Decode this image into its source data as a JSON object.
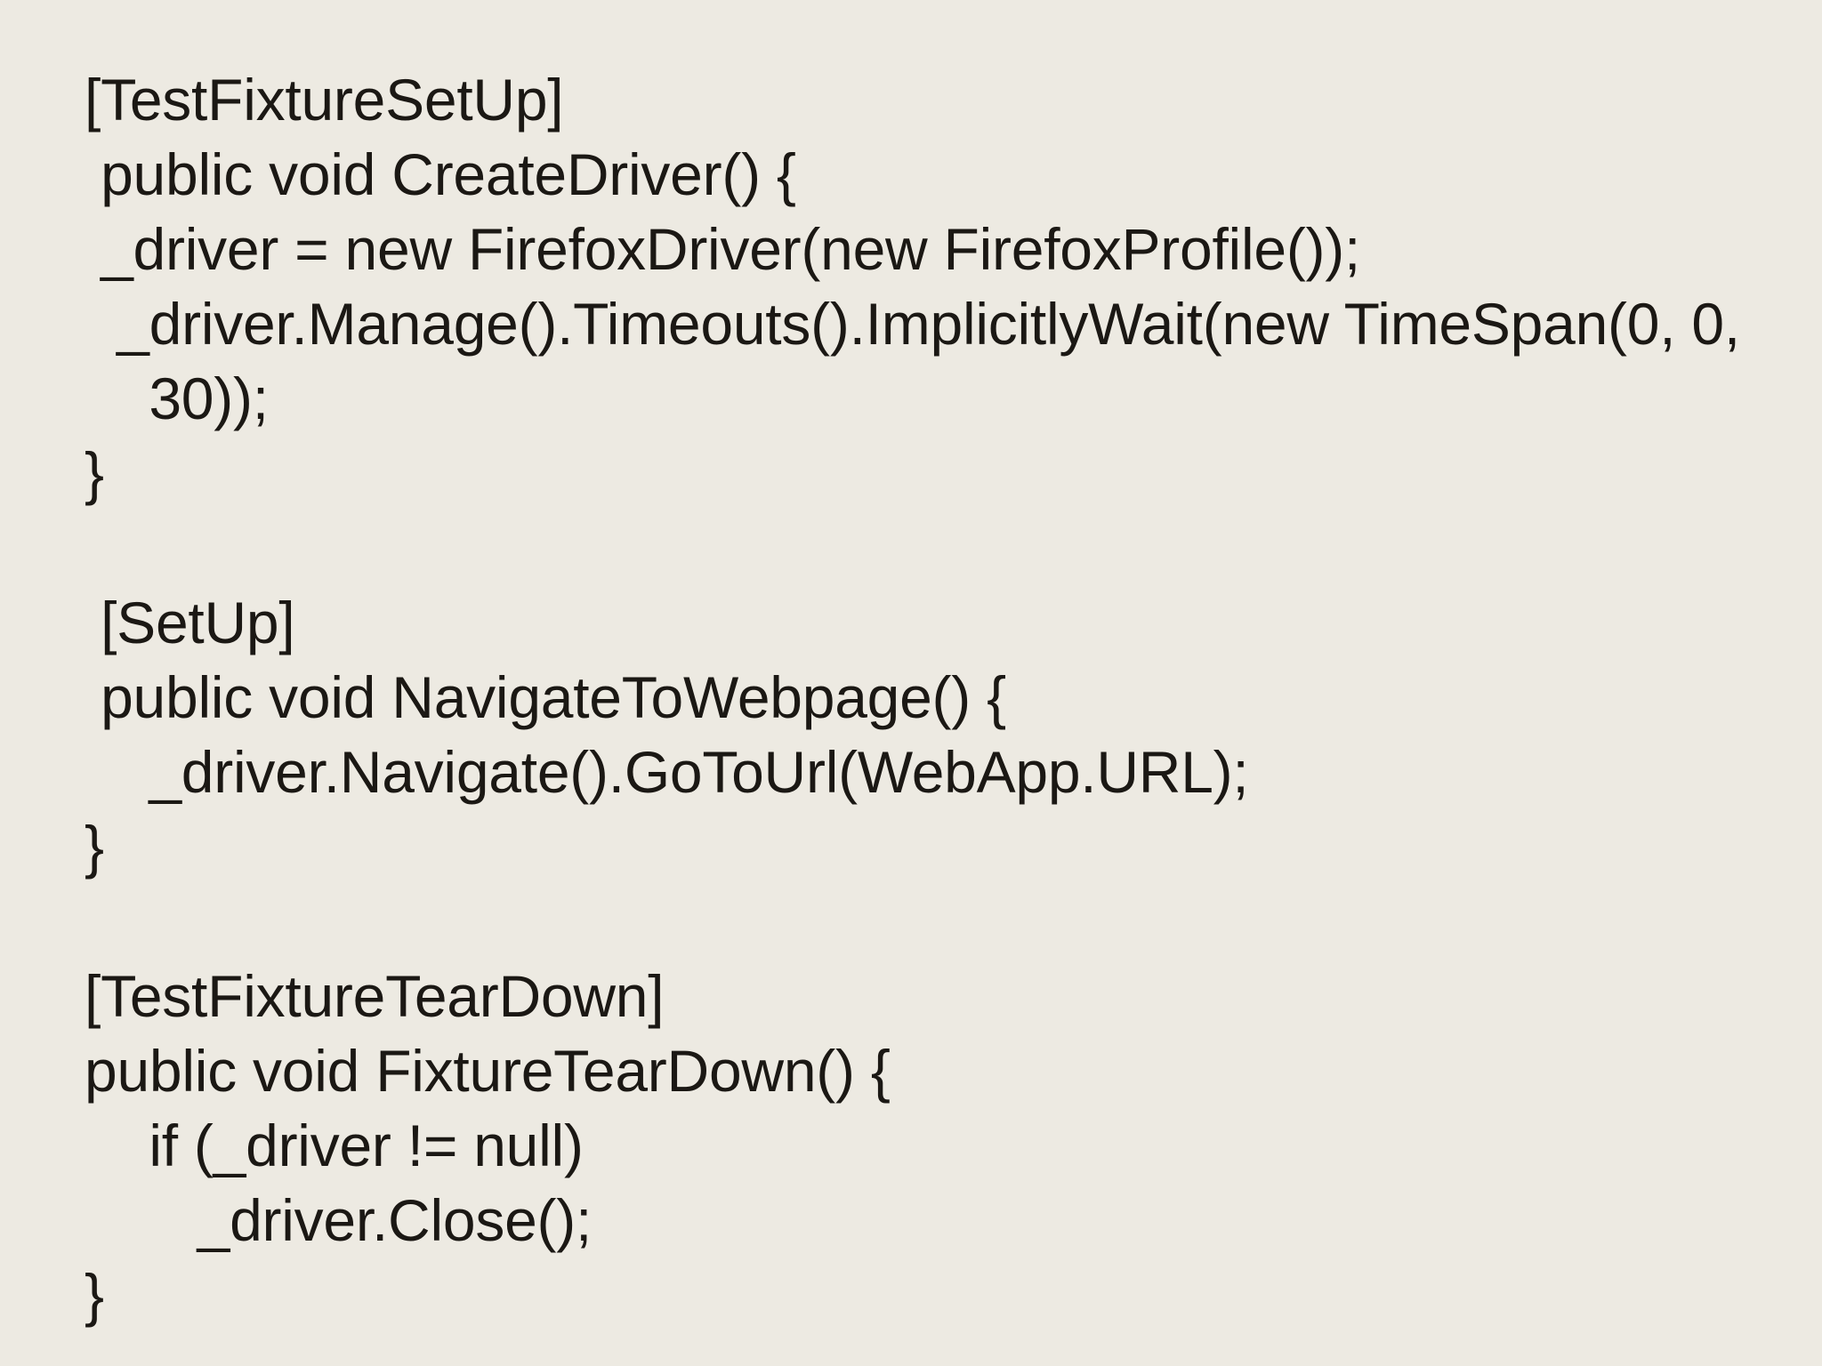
{
  "slide": {
    "background_color": "#EDEAE2",
    "text_color": "#1B1814"
  },
  "code": {
    "lines": [
      "[TestFixtureSetUp]",
      " public void CreateDriver() {",
      " _driver = new FirefoxDriver(new FirefoxProfile());",
      "  _driver.Manage().Timeouts().ImplicitlyWait(new TimeSpan(0, 0,",
      "    30));",
      "}",
      "",
      " [SetUp]",
      " public void NavigateToWebpage() {",
      "    _driver.Navigate().GoToUrl(WebApp.URL);",
      "}",
      "",
      "[TestFixtureTearDown]",
      "public void FixtureTearDown() {",
      "    if (_driver != null)",
      "       _driver.Close();",
      "}"
    ]
  }
}
